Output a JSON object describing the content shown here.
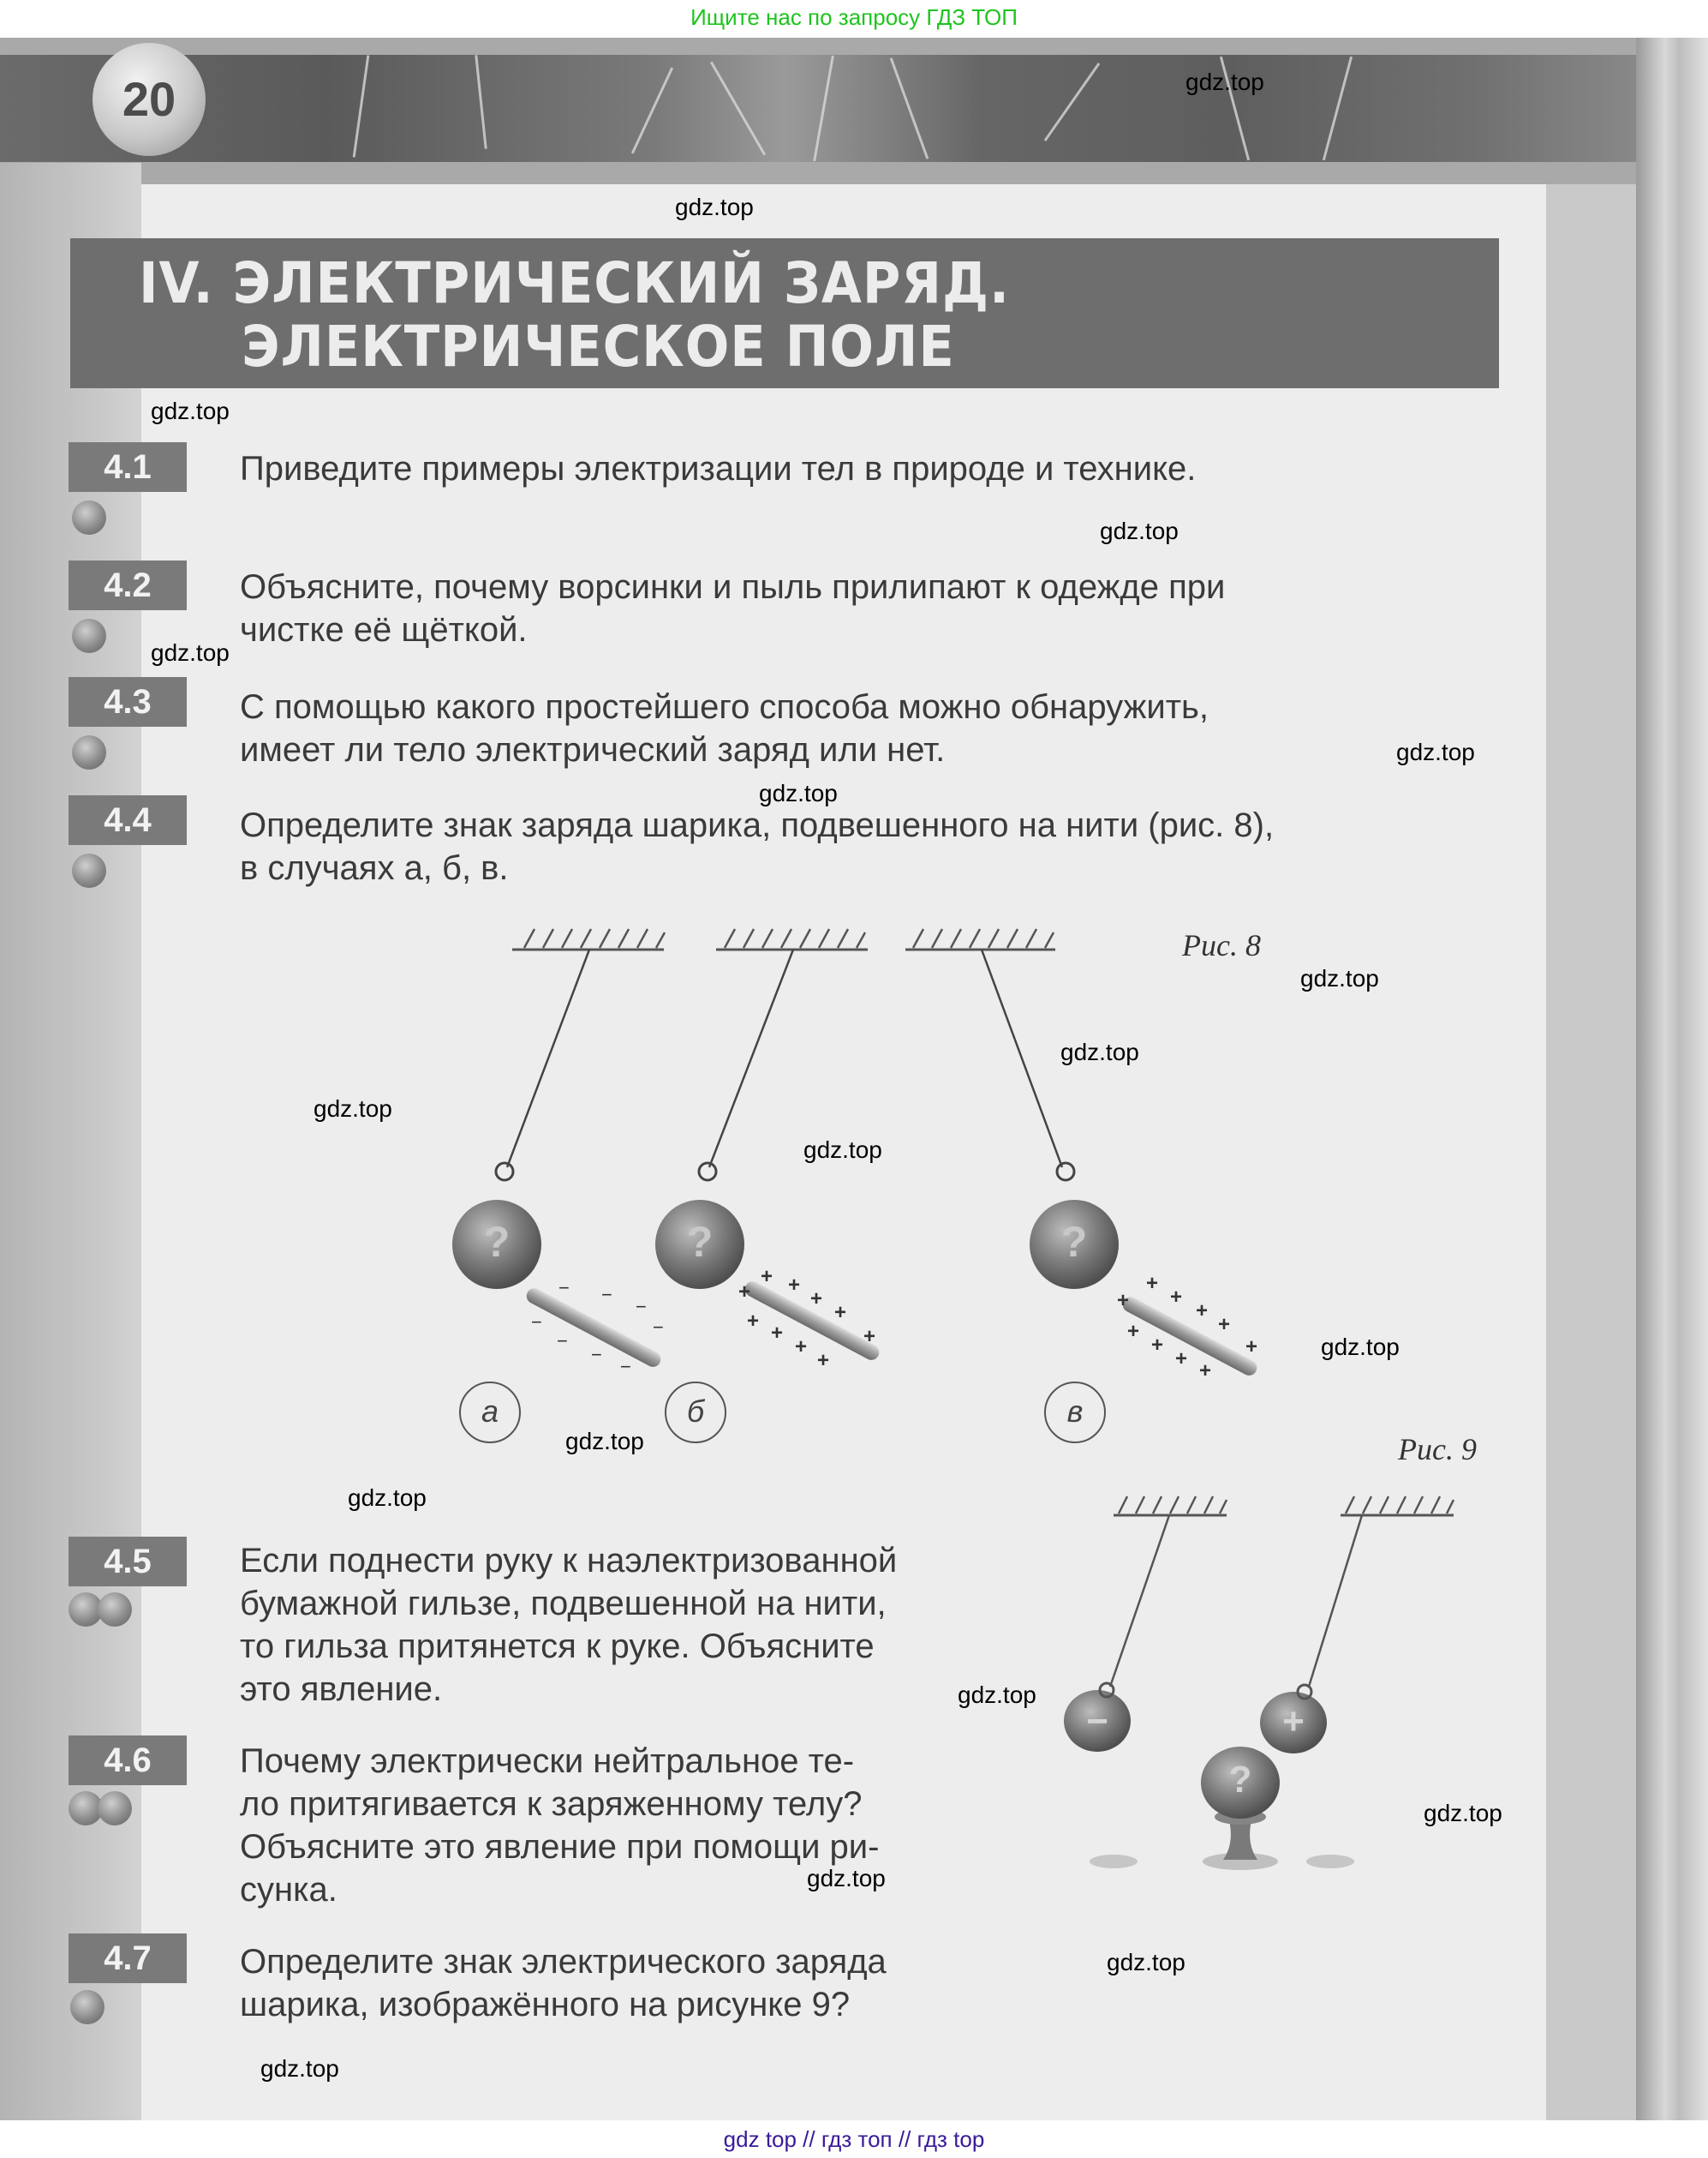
{
  "top_banner": "Ищите нас по запросу ГДЗ ТОП",
  "page_number": "20",
  "chapter": {
    "line1": "IV. ЭЛЕКТРИЧЕСКИЙ ЗАРЯД.",
    "line2": "ЭЛЕКТРИЧЕСКОЕ ПОЛЕ"
  },
  "tasks": [
    {
      "num": "4.1",
      "level": 1,
      "lines": [
        "Приведите примеры электризации тел в природе и технике."
      ]
    },
    {
      "num": "4.2",
      "level": 1,
      "lines": [
        "Объясните, почему ворсинки и пыль прилипают к одежде при",
        "чистке её щёткой."
      ]
    },
    {
      "num": "4.3",
      "level": 1,
      "lines": [
        "С помощью какого простейшего способа можно обнаружить,",
        "имеет ли тело электрический заряд или нет."
      ]
    },
    {
      "num": "4.4",
      "level": 1,
      "lines": [
        "Определите знак заряда шарика, подвешенного на нити (рис. 8),",
        "в случаях а, б, в."
      ]
    },
    {
      "num": "4.5",
      "level": 2,
      "lines": [
        "Если поднести руку к наэлектризованной",
        "бумажной гильзе, подвешенной на нити,",
        "то гильза притянется к руке. Объясните",
        "это явление."
      ]
    },
    {
      "num": "4.6",
      "level": 2,
      "lines": [
        "Почему электрически нейтральное те-",
        "ло притягивается к заряженному телу?",
        "Объясните это явление при помощи ри-",
        "сунка."
      ]
    },
    {
      "num": "4.7",
      "level": 1,
      "lines": [
        "Определите знак электрического заряда",
        "шарика, изображённого на рисунке 9?"
      ]
    }
  ],
  "figure8": {
    "label": "Рис. 8",
    "ball_symbol": "?",
    "cases": [
      {
        "label": "а",
        "rod_charge": "−"
      },
      {
        "label": "б",
        "rod_charge": "+"
      },
      {
        "label": "в",
        "rod_charge": "+"
      }
    ]
  },
  "figure9": {
    "label": "Рис. 9",
    "hanging_balls": [
      "−",
      "+"
    ],
    "stand_ball": "?"
  },
  "watermarks": [
    "gdz.top"
  ],
  "bottom_banner": "gdz top  //  гдз топ  //  гдз top"
}
